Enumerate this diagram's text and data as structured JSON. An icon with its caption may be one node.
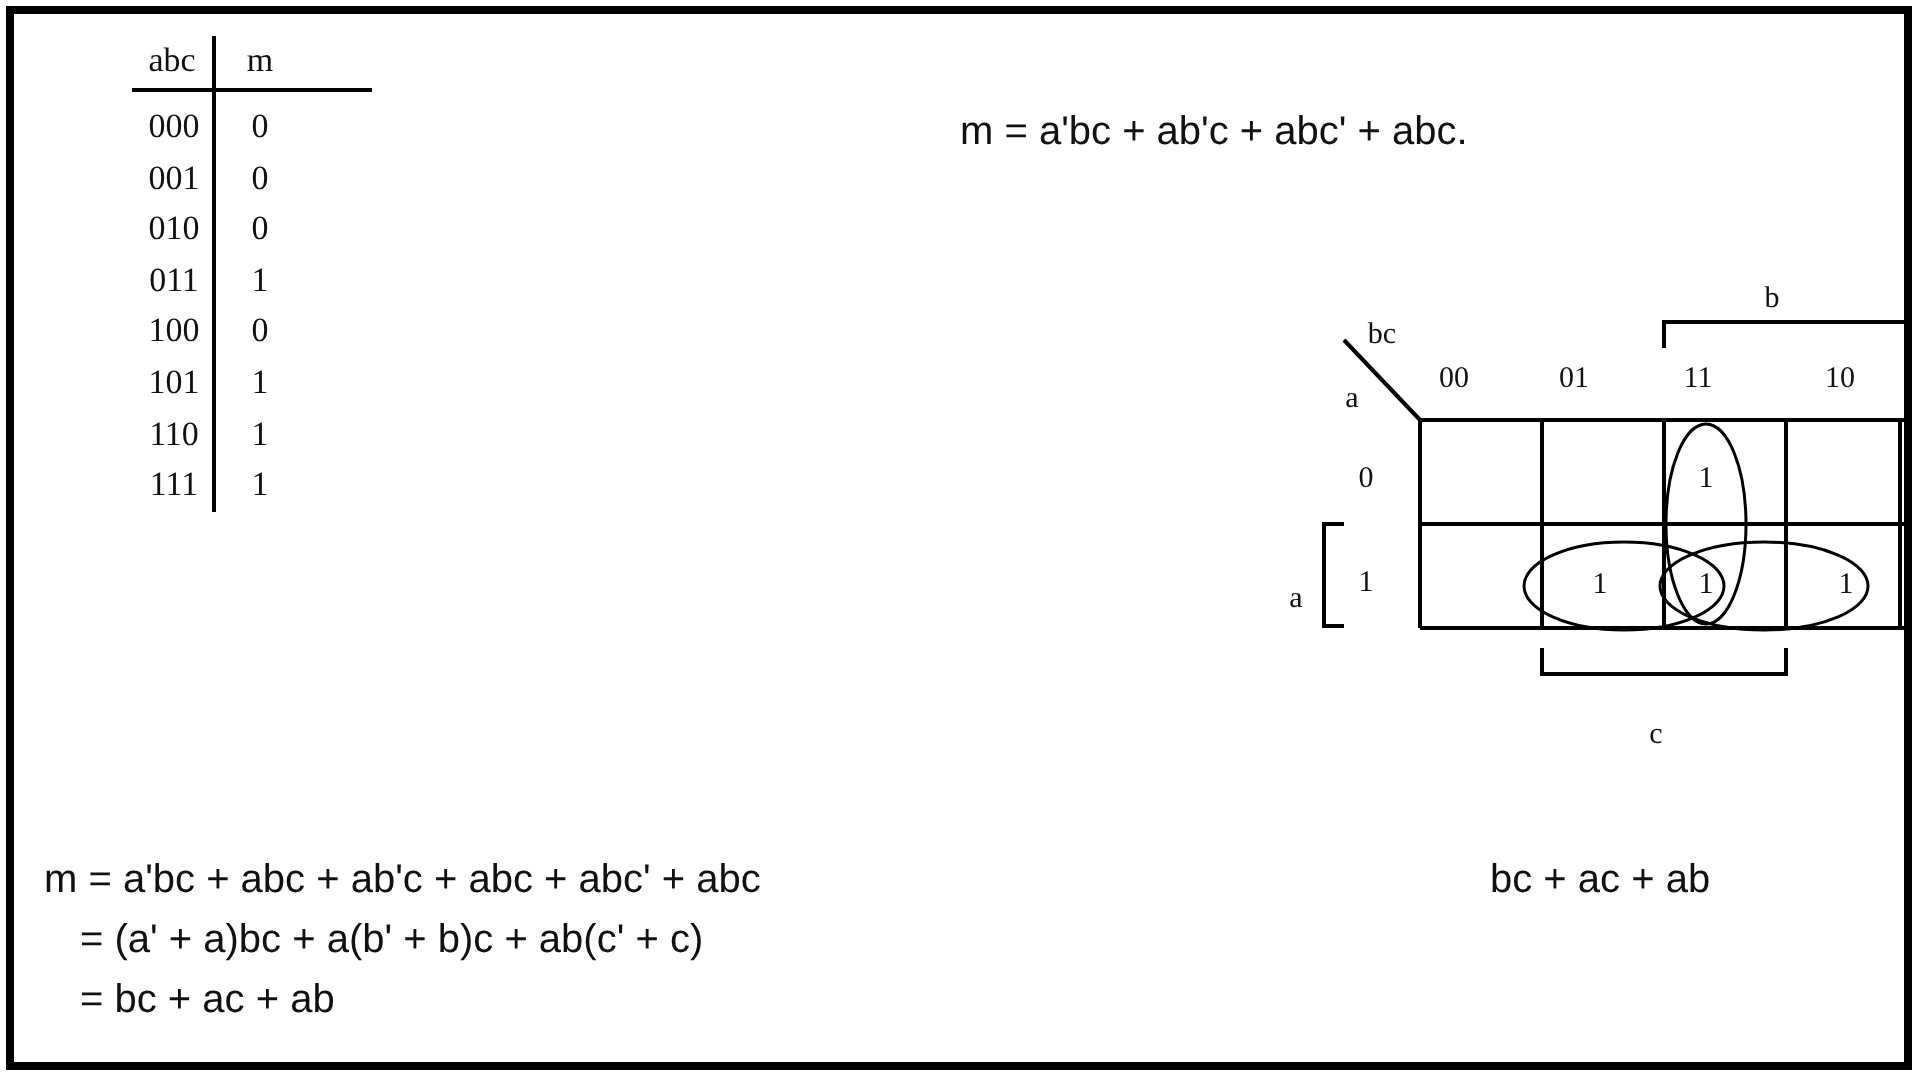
{
  "diagram": {
    "labels": [
      "abc",
      "m",
      "000",
      "0",
      "001",
      "0",
      "010",
      "0",
      "011",
      "1",
      "100",
      "0",
      "101",
      "1",
      "110",
      "1",
      "111",
      "1",
      "m = a'bc + ab'c + abc' + abc.",
      "bc",
      "a",
      "b",
      "00",
      "01",
      "11",
      "10",
      "0",
      "1",
      "1",
      "a",
      "1",
      "1",
      "1",
      "c",
      "m = a'bc + abc + ab'c + abc + abc' + abc",
      "= (a' + a)bc + a(b' + b)c + ab(c' + c)",
      "= bc + ac + ab",
      "bc + ac + ab"
    ]
  }
}
